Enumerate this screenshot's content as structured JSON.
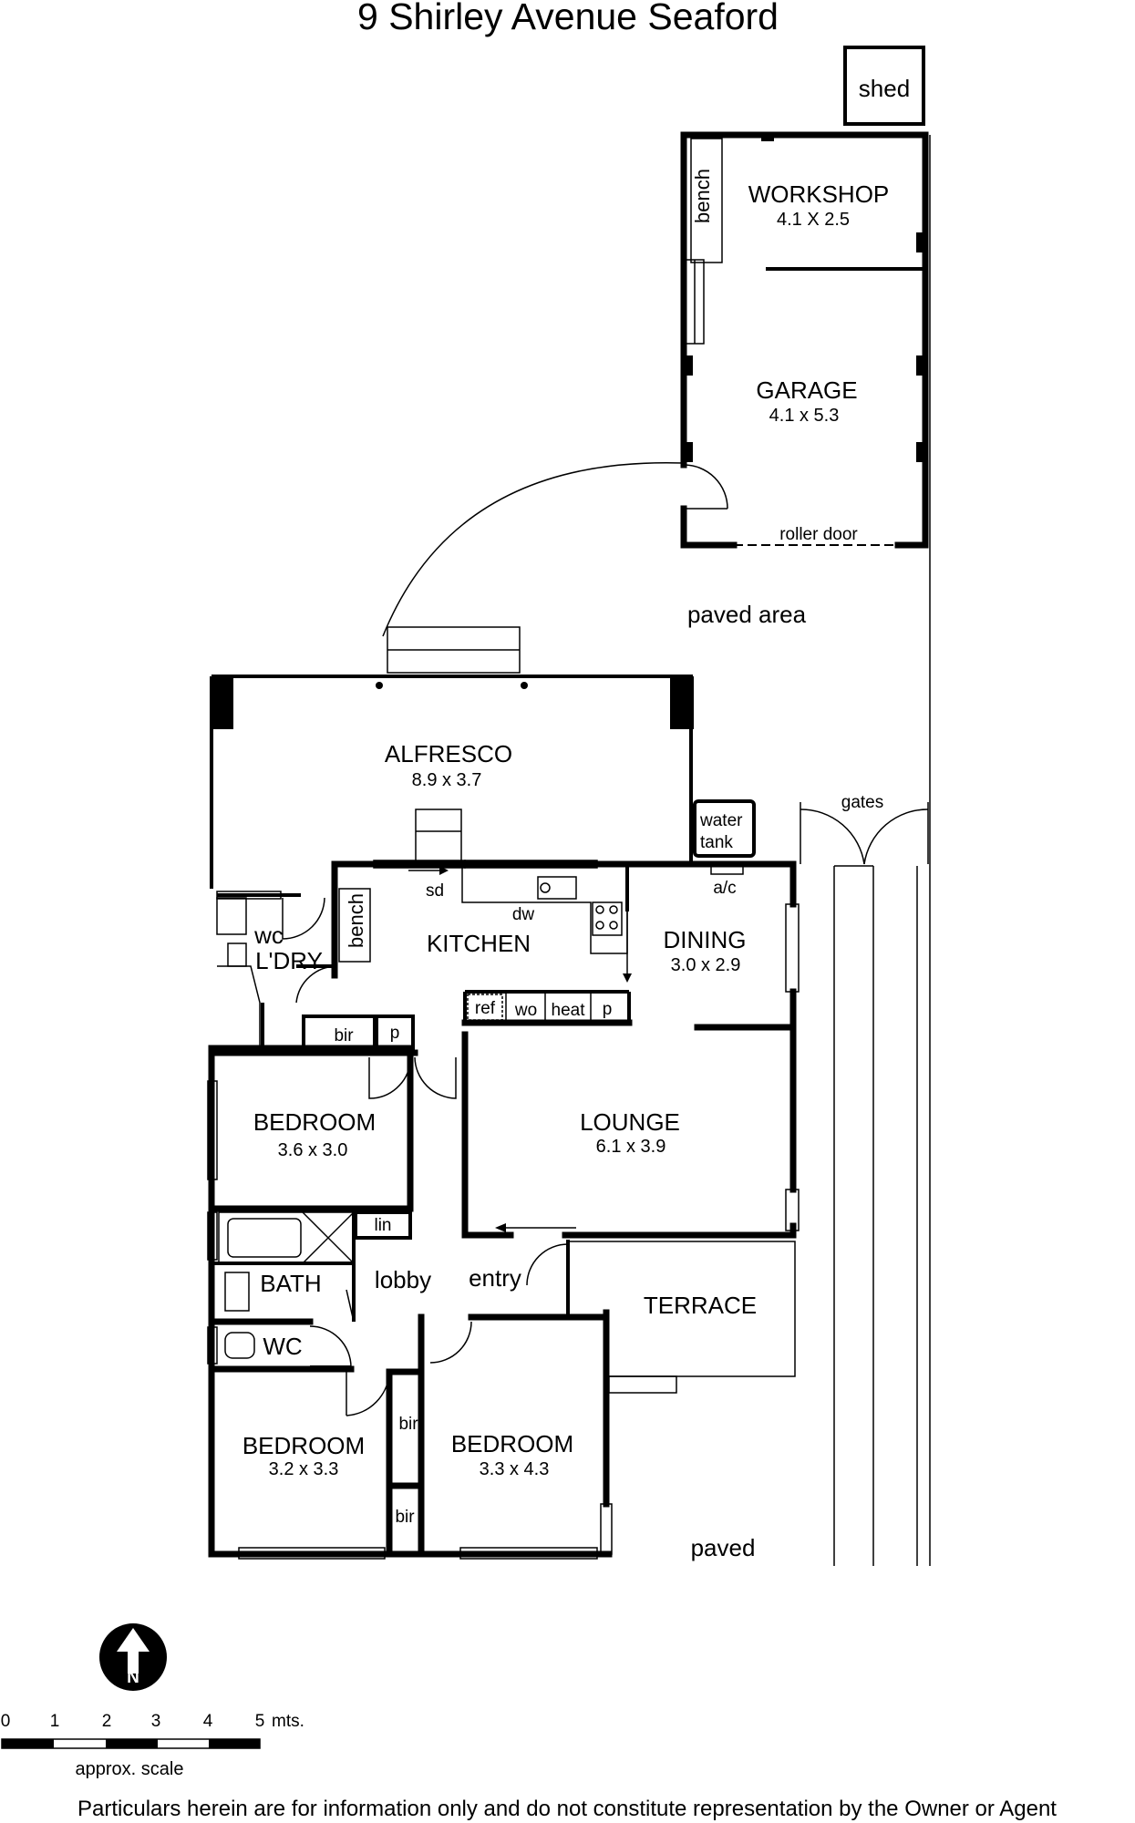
{
  "title": "9 Shirley Avenue Seaford",
  "rooms": {
    "shed": "shed",
    "workshop": {
      "name": "WORKSHOP",
      "dims": "4.1 X 2.5"
    },
    "garage": {
      "name": "GARAGE",
      "dims": "4.1 x 5.3"
    },
    "roller_door": "roller door",
    "paved_area": "paved area",
    "alfresco": {
      "name": "ALFRESCO",
      "dims": "8.9 x 3.7"
    },
    "water_tank": [
      "water",
      "tank"
    ],
    "gates": "gates",
    "ac": "a/c",
    "kitchen": "KITCHEN",
    "sd": "sd",
    "dw": "dw",
    "dining": {
      "name": "DINING",
      "dims": "3.0 x 2.9"
    },
    "wc_laundry": "wc",
    "laundry": "L'DRY",
    "bench_workshop": "bench",
    "bench_laundry": "bench",
    "ref": "ref",
    "wo": "wo",
    "heat": "heat",
    "pantry_kitchen": "p",
    "pantry_hall": "p",
    "bir_hall": "bir",
    "bedroom1": {
      "name": "BEDROOM",
      "dims": "3.6 x 3.0"
    },
    "lounge": {
      "name": "LOUNGE",
      "dims": "6.1 x 3.9"
    },
    "lin": "lin",
    "bath": "BATH",
    "lobby": "lobby",
    "entry": "entry",
    "terrace": "TERRACE",
    "wc": "WC",
    "bir2": "bir",
    "bir3": "bir",
    "bedroom2": {
      "name": "BEDROOM",
      "dims": "3.2 x 3.3"
    },
    "bedroom3": {
      "name": "BEDROOM",
      "dims": "3.3 x 4.3"
    },
    "paved": "paved"
  },
  "compass": {
    "north": "N"
  },
  "scale": {
    "ticks": [
      "0",
      "1",
      "2",
      "3",
      "4",
      "5"
    ],
    "unit": "mts.",
    "caption": "approx. scale"
  },
  "footer": "Particulars herein are for information only and do not constitute representation by the Owner or Agent"
}
